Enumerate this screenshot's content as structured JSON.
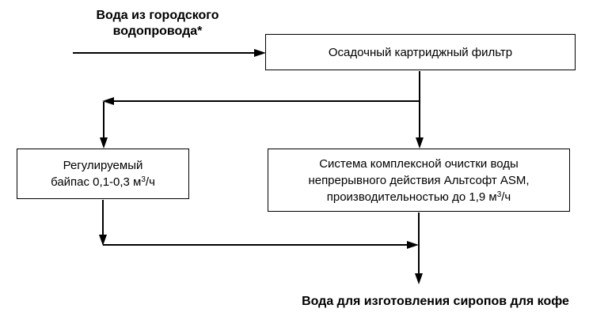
{
  "diagram": {
    "source_label": {
      "line1": "Вода из городского",
      "line2": "водопровода*"
    },
    "filter_box": {
      "label": "Осадочный картриджный фильтр"
    },
    "bypass_box": {
      "line1": "Регулируемый",
      "line2_text": "байпас 0,1-0,3 м",
      "line2_sup": "3",
      "line2_unit": "/ч"
    },
    "system_box": {
      "line1": "Система комплексной очистки воды",
      "line2": "непрерывного действия Альтсофт ASM,",
      "line3_text": "производительностью до 1,9 м",
      "line3_sup": "3",
      "line3_unit": "/ч"
    },
    "output_label": {
      "text": "Вода для изготовления сиропов для кофе"
    }
  },
  "colors": {
    "line": "#000000",
    "box_border": "#000000",
    "box_fill": "#ffffff",
    "text": "#000000",
    "background": "#ffffff"
  }
}
